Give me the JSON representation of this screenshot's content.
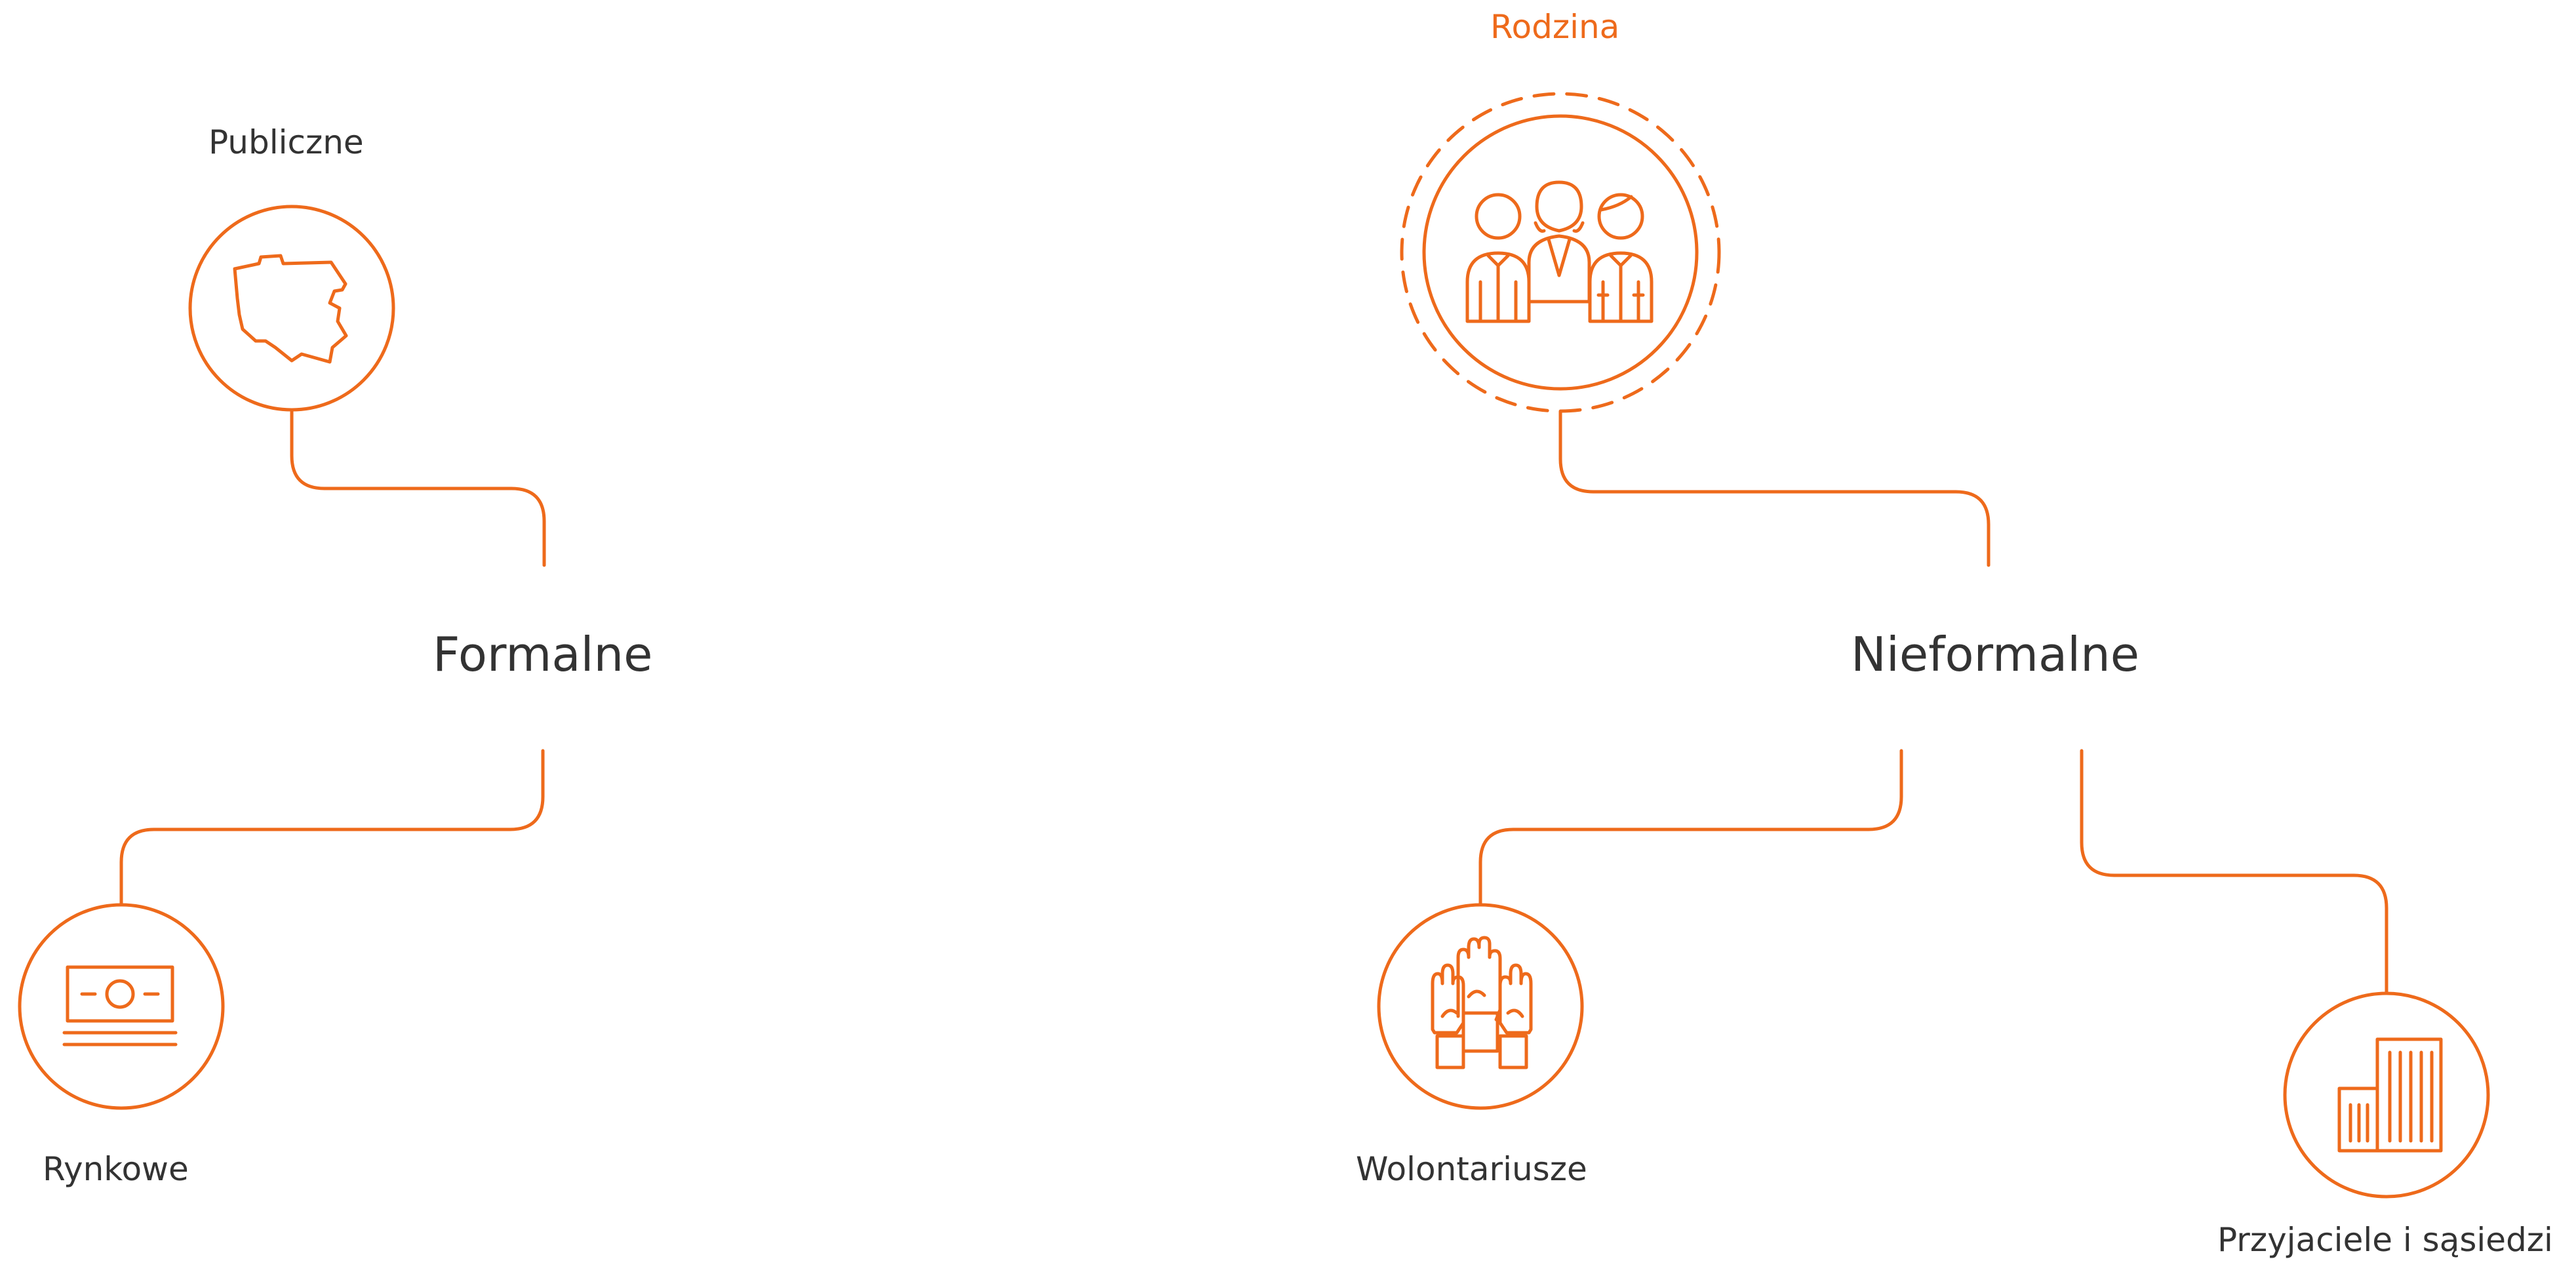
{
  "colors": {
    "accent": "#ee6a1b",
    "text": "#333333",
    "background": "#ffffff"
  },
  "groups": {
    "formal": {
      "label": "Formalne",
      "children": {
        "public": {
          "label": "Publiczne",
          "icon": "poland-map-icon"
        },
        "market": {
          "label": "Rynkowe",
          "icon": "banknote-icon"
        }
      }
    },
    "informal": {
      "label": "Nieformalne",
      "children": {
        "family": {
          "label": "Rodzina",
          "icon": "family-icon",
          "highlighted": true
        },
        "volunteers": {
          "label": "Wolontariusze",
          "icon": "raised-hands-icon"
        },
        "friends": {
          "label": "Przyjaciele i sąsiedzi",
          "icon": "buildings-icon"
        }
      }
    }
  }
}
